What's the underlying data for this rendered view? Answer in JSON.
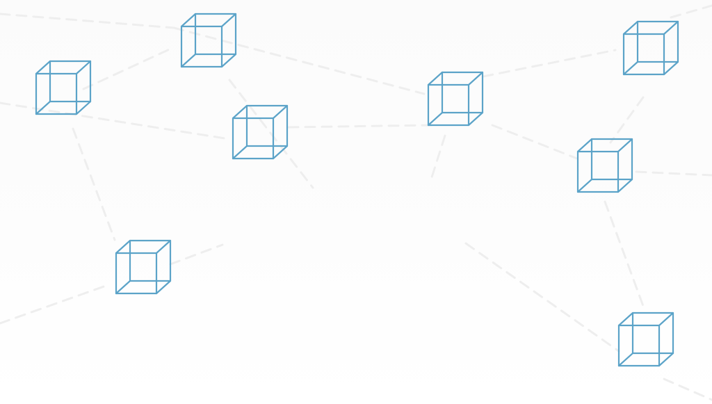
{
  "colors": {
    "background": "#fbfbfb",
    "cube_stroke": "#5ba3c8",
    "connector_stroke": "#eeeeee"
  },
  "icons": {
    "node": "wireframe-cube-icon"
  },
  "nodes": [
    {
      "name": "cube-node-1",
      "icon": "wireframe-cube-icon"
    },
    {
      "name": "cube-node-2",
      "icon": "wireframe-cube-icon"
    },
    {
      "name": "cube-node-3",
      "icon": "wireframe-cube-icon"
    },
    {
      "name": "cube-node-4",
      "icon": "wireframe-cube-icon"
    },
    {
      "name": "cube-node-5",
      "icon": "wireframe-cube-icon"
    },
    {
      "name": "cube-node-6",
      "icon": "wireframe-cube-icon"
    },
    {
      "name": "cube-node-7",
      "icon": "wireframe-cube-icon"
    },
    {
      "name": "cube-node-8",
      "icon": "wireframe-cube-icon"
    },
    {
      "name": "cube-node-9",
      "icon": "wireframe-cube-icon"
    }
  ]
}
